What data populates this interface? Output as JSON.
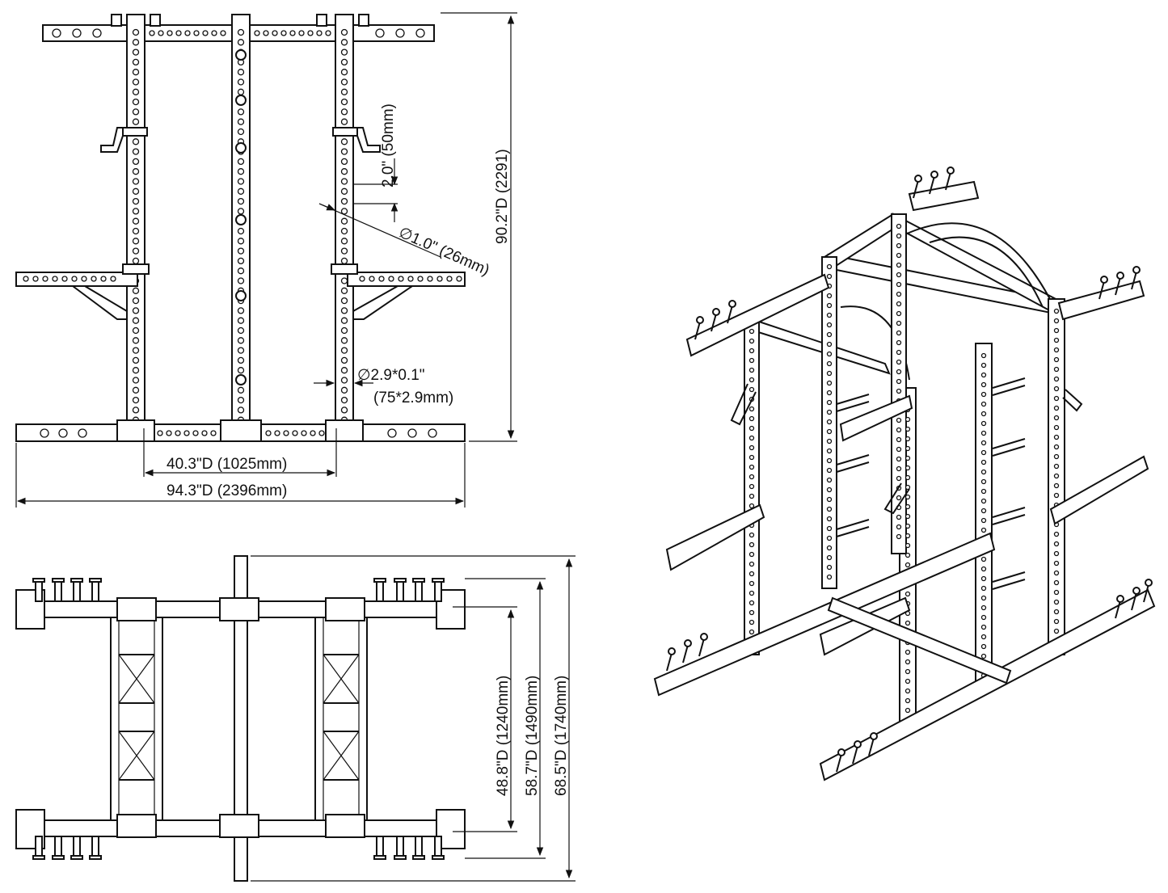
{
  "colors": {
    "line": "#111111",
    "background": "#ffffff"
  },
  "front_view": {
    "labels": {
      "hole_pitch": "2.0\" (50mm)",
      "hole_diameter": "∅1.0\" (26mm)",
      "tube_size_line1": "∅2.9*0.1\"",
      "tube_size_line2": "(75*2.9mm)",
      "height": "90.2\"D (2291)",
      "inner_width": "40.3\"D (1025mm)",
      "overall_width": "94.3\"D (2396mm)"
    }
  },
  "top_view": {
    "labels": {
      "depth_inner": "48.8\"D (1240mm)",
      "depth_mid": "58.7\"D (1490mm)",
      "depth_overall": "68.5\"D (1740mm)"
    }
  },
  "iso_view": {
    "icon": "power-rack-isometric"
  }
}
